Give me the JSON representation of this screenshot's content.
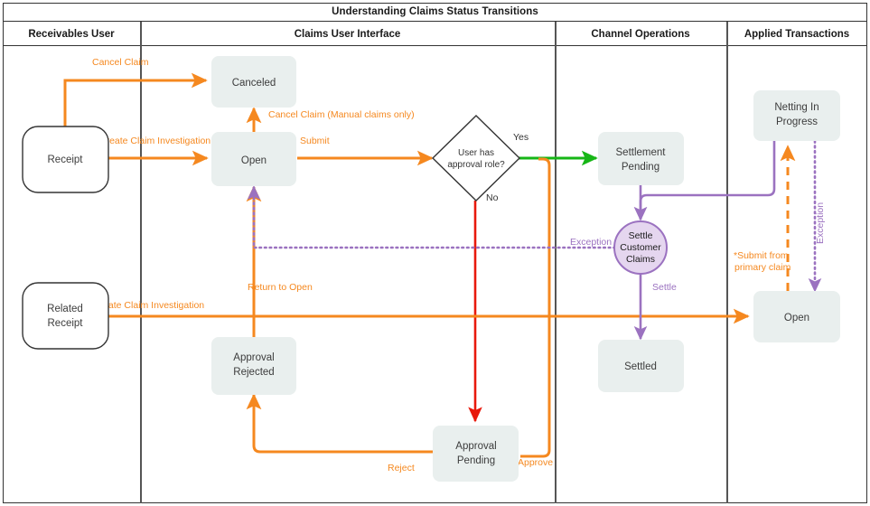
{
  "diagram": {
    "title": "Understanding Claims Status Transitions",
    "type": "swimlane-flowchart",
    "colors": {
      "orange": "#f5881f",
      "purple": "#9b72c0",
      "green": "#16b616",
      "red": "#e8190c",
      "node_fill": "#e9efee",
      "node_text": "#3c3c3c",
      "border": "#333333",
      "lane_divider": "#555555",
      "circle_fill": "#e5d6ef"
    }
  },
  "lanes": [
    {
      "id": "receivables-user",
      "label": "Receivables User"
    },
    {
      "id": "claims-user-interface",
      "label": "Claims User Interface"
    },
    {
      "id": "channel-operations",
      "label": "Channel Operations"
    },
    {
      "id": "applied-transactions",
      "label": "Applied Transactions"
    }
  ],
  "nodes": [
    {
      "id": "receipt",
      "label": "Receipt",
      "lane": "receivables-user",
      "shape": "rounded-rect-outline"
    },
    {
      "id": "related-receipt",
      "label": "Related\nReceipt",
      "line1": "Related",
      "line2": "Receipt",
      "lane": "receivables-user",
      "shape": "rounded-rect-outline"
    },
    {
      "id": "canceled",
      "label": "Canceled",
      "lane": "claims-user-interface",
      "shape": "state-box"
    },
    {
      "id": "open",
      "label": "Open",
      "lane": "claims-user-interface",
      "shape": "state-box"
    },
    {
      "id": "approval-rejected",
      "line1": "Approval",
      "line2": "Rejected",
      "lane": "claims-user-interface",
      "shape": "state-box"
    },
    {
      "id": "approval-pending",
      "line1": "Approval",
      "line2": "Pending",
      "lane": "claims-user-interface",
      "shape": "state-box"
    },
    {
      "id": "decision-approval-role",
      "line1": "User has",
      "line2": "approval role?",
      "lane": "claims-user-interface",
      "shape": "diamond"
    },
    {
      "id": "settlement-pending",
      "line1": "Settlement",
      "line2": "Pending",
      "lane": "channel-operations",
      "shape": "state-box"
    },
    {
      "id": "settle-customer-claims",
      "line1": "Settle",
      "line2": "Customer",
      "line3": "Claims",
      "lane": "channel-operations",
      "shape": "circle"
    },
    {
      "id": "settled",
      "label": "Settled",
      "lane": "channel-operations",
      "shape": "state-box"
    },
    {
      "id": "netting-in-progress",
      "line1": "Netting In",
      "line2": "Progress",
      "lane": "applied-transactions",
      "shape": "state-box"
    },
    {
      "id": "applied-open",
      "label": "Open",
      "lane": "applied-transactions",
      "shape": "state-box"
    }
  ],
  "edges": [
    {
      "id": "receipt-cancel-claim",
      "from": "receipt",
      "to": "canceled",
      "label": "Cancel Claim",
      "color": "orange",
      "style": "solid"
    },
    {
      "id": "receipt-create-claim",
      "from": "receipt",
      "to": "open",
      "label": "Create Claim Investigation",
      "color": "orange",
      "style": "solid"
    },
    {
      "id": "open-cancel-claim",
      "from": "open",
      "to": "canceled",
      "label": "Cancel Claim (Manual claims only)",
      "color": "orange",
      "style": "solid"
    },
    {
      "id": "open-submit",
      "from": "open",
      "to": "decision-approval-role",
      "label": "Submit",
      "color": "orange",
      "style": "solid"
    },
    {
      "id": "decision-yes",
      "from": "decision-approval-role",
      "to": "settlement-pending",
      "label": "Yes",
      "color": "green",
      "style": "solid"
    },
    {
      "id": "decision-no",
      "from": "decision-approval-role",
      "to": "approval-pending",
      "label": "No",
      "color": "red",
      "style": "solid"
    },
    {
      "id": "approval-pending-approve",
      "from": "approval-pending",
      "to": "settlement-pending",
      "label": "Approve",
      "color": "orange",
      "style": "solid"
    },
    {
      "id": "approval-pending-reject",
      "from": "approval-pending",
      "to": "approval-rejected",
      "label": "Reject",
      "color": "orange",
      "style": "solid"
    },
    {
      "id": "approval-rejected-return",
      "from": "approval-rejected",
      "to": "open",
      "label": "Return to Open",
      "color": "orange",
      "style": "solid"
    },
    {
      "id": "related-receipt-create-claim",
      "from": "related-receipt",
      "to": "applied-open",
      "label": "Create Claim Investigation",
      "color": "orange",
      "style": "solid"
    },
    {
      "id": "settlement-pending-to-settle",
      "from": "settlement-pending",
      "to": "settle-customer-claims",
      "label": "",
      "color": "purple",
      "style": "solid"
    },
    {
      "id": "settle-customer-claims-settle",
      "from": "settle-customer-claims",
      "to": "settled",
      "label": "Settle",
      "color": "purple",
      "style": "solid"
    },
    {
      "id": "settle-customer-claims-exception",
      "from": "settle-customer-claims",
      "to": "open",
      "label": "Exception",
      "color": "purple",
      "style": "dotted"
    },
    {
      "id": "netting-to-settle",
      "from": "netting-in-progress",
      "to": "settle-customer-claims",
      "label": "",
      "color": "purple",
      "style": "solid"
    },
    {
      "id": "netting-exception",
      "from": "netting-in-progress",
      "to": "applied-open",
      "label": "Exception",
      "color": "purple",
      "style": "dotted"
    },
    {
      "id": "applied-open-submit-primary",
      "from": "applied-open",
      "to": "netting-in-progress",
      "line1": "*Submit from",
      "line2": "primary claim",
      "color": "orange",
      "style": "dashed"
    }
  ],
  "labels": {
    "cancel_claim": "Cancel Claim",
    "create_claim_investigation": "Create Claim Investigation",
    "cancel_claim_manual": "Cancel Claim (Manual claims only)",
    "submit": "Submit",
    "yes": "Yes",
    "no": "No",
    "approve": "Approve",
    "reject": "Reject",
    "return_to_open": "Return to Open",
    "exception": "Exception",
    "exception_right": "Exception",
    "settle": "Settle",
    "submit_from_primary_1": "*Submit from",
    "submit_from_primary_2": "primary claim"
  }
}
